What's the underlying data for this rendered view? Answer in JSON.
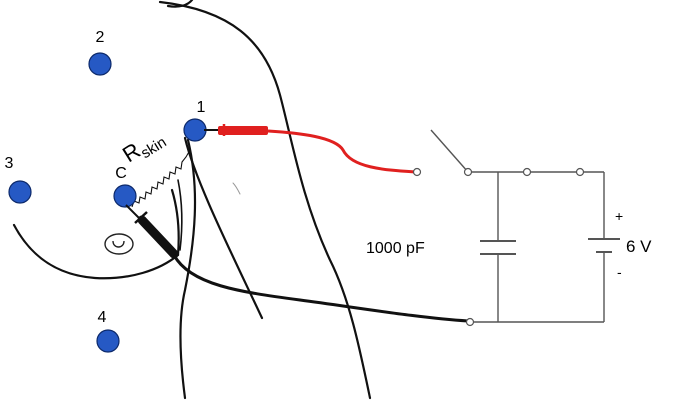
{
  "figure": {
    "electrode_labels": {
      "e1": "1",
      "e2": "2",
      "e3": "3",
      "e4": "4",
      "ref": "C"
    },
    "resistor_label": {
      "main": "R",
      "subscript": "skin"
    },
    "capacitor_label": "1000 pF",
    "battery_label": "6 V",
    "battery_plus": "+",
    "battery_minus": "-",
    "colors": {
      "electrode": "#2659c4",
      "electrode_outline": "#0d2a6b",
      "red_probe": "#e0201f",
      "black_probe": "#111111",
      "outline": "#111111",
      "circuit": "#555555"
    },
    "icons": [
      "navel-icon",
      "switch-icon"
    ]
  }
}
